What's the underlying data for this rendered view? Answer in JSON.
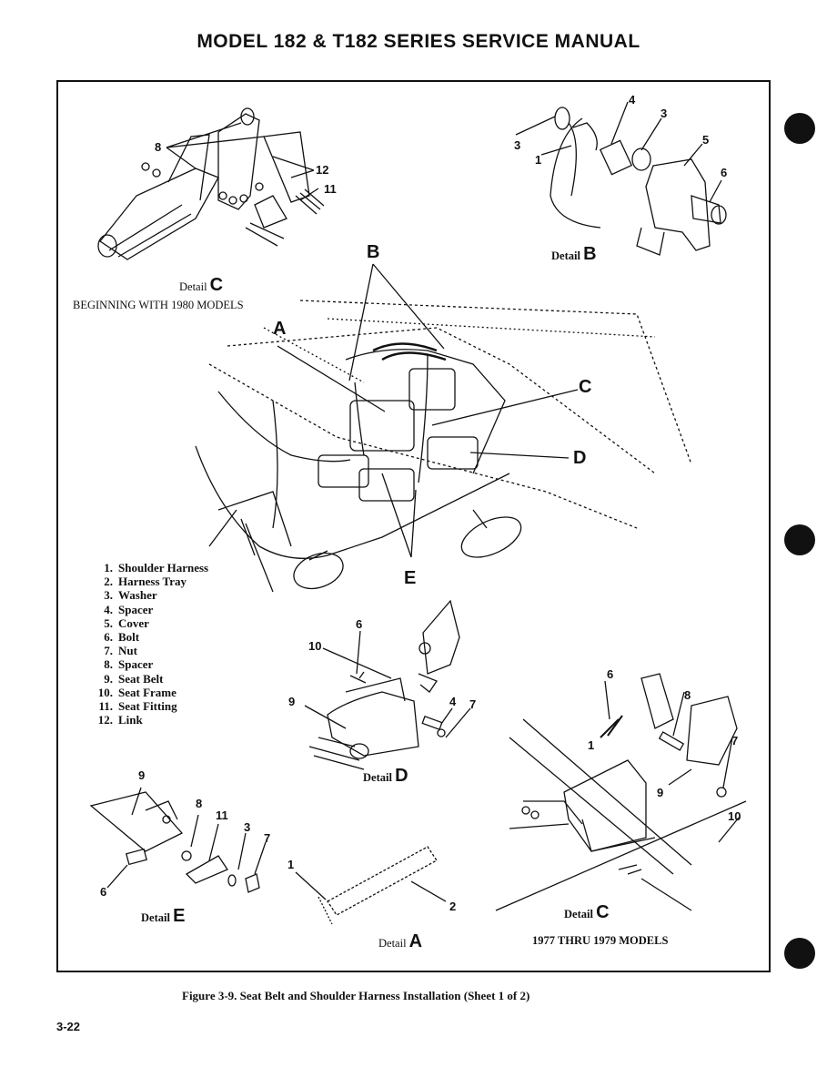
{
  "header": {
    "title": "MODEL 182 & T182 SERIES SERVICE MANUAL"
  },
  "details": {
    "c_top": {
      "prefix": "Detail",
      "letter": "C"
    },
    "b": {
      "prefix": "Detail",
      "letter": "B"
    },
    "d": {
      "prefix": "Detail",
      "letter": "D"
    },
    "e": {
      "prefix": "Detail",
      "letter": "E"
    },
    "a": {
      "prefix": "Detail",
      "letter": "A"
    },
    "c_bottom": {
      "prefix": "Detail",
      "letter": "C"
    }
  },
  "notes": {
    "beginning": "BEGINNING WITH 1980 MODELS",
    "models_1977": "1977 THRU 1979 MODELS"
  },
  "callouts": {
    "A": "A",
    "B": "B",
    "C": "C",
    "D": "D",
    "E": "E",
    "n1": "1",
    "n2": "2",
    "n3": "3",
    "n4": "4",
    "n5": "5",
    "n6": "6",
    "n7": "7",
    "n8": "8",
    "n9": "9",
    "n10": "10",
    "n11": "11",
    "n12": "12"
  },
  "legend": [
    {
      "num": "1.",
      "label": "Shoulder Harness"
    },
    {
      "num": "2.",
      "label": "Harness Tray"
    },
    {
      "num": "3.",
      "label": "Washer"
    },
    {
      "num": "4.",
      "label": "Spacer"
    },
    {
      "num": "5.",
      "label": "Cover"
    },
    {
      "num": "6.",
      "label": "Bolt"
    },
    {
      "num": "7.",
      "label": "Nut"
    },
    {
      "num": "8.",
      "label": "Spacer"
    },
    {
      "num": "9.",
      "label": "Seat Belt"
    },
    {
      "num": "10.",
      "label": "Seat Frame"
    },
    {
      "num": "11.",
      "label": "Seat Fitting"
    },
    {
      "num": "12.",
      "label": "Link"
    }
  ],
  "caption": "Figure 3-9.  Seat Belt and Shoulder Harness Installation  (Sheet 1 of 2)",
  "page_number": "3-22"
}
